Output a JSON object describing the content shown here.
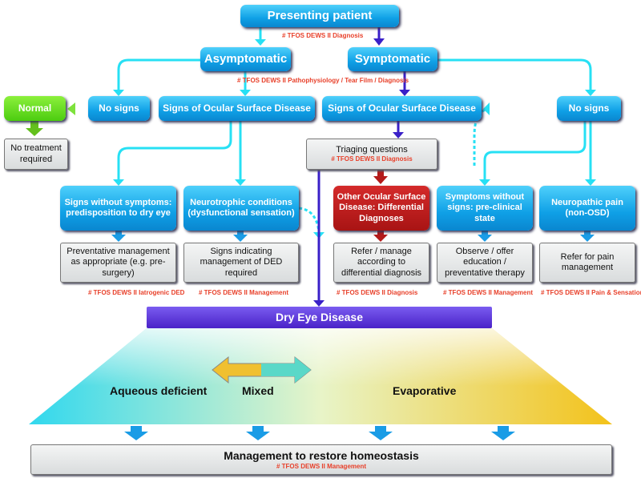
{
  "nodes": {
    "presenting": "Presenting patient",
    "asymptomatic": "Asymptomatic",
    "symptomatic": "Symptomatic",
    "normal": "Normal",
    "no_signs_left": "No signs",
    "signs_osd_left": "Signs of Ocular Surface Disease",
    "signs_osd_right": "Signs of Ocular Surface Disease",
    "no_signs_right": "No signs",
    "no_treatment": "No treatment required",
    "triaging": "Triaging questions",
    "signs_without_symptoms": "Signs without symptoms: predisposition to dry eye",
    "neurotrophic": "Neurotrophic conditions (dysfunctional sensation)",
    "other_osd": "Other Ocular Surface Disease: Differential Diagnoses",
    "symptoms_without_signs": "Symptoms without signs: pre-clinical state",
    "neuropathic": "Neuropathic pain (non-OSD)",
    "preventative": "Preventative management as appropriate (e.g. pre-surgery)",
    "signs_indicating": "Signs indicating management of DED required",
    "refer_manage": "Refer / manage according to differential diagnosis",
    "observe": "Observe / offer education / preventative therapy",
    "refer_pain": "Refer for pain management",
    "dry_eye": "Dry Eye Disease",
    "aqueous": "Aqueous deficient",
    "mixed": "Mixed",
    "evaporative": "Evaporative",
    "management": "Management to restore homeostasis"
  },
  "refs": {
    "r1": "# TFOS DEWS II Diagnosis",
    "r2": "# TFOS DEWS II Pathophysiology / Tear Film / Diagnosis",
    "r3": "# TFOS DEWS II Diagnosis",
    "r4": "# TFOS DEWS II Iatrogenic DED",
    "r5": "# TFOS DEWS II Management",
    "r6": "# TFOS DEWS II Diagnosis",
    "r7": "# TFOS DEWS II Management",
    "r8": "# TFOS DEWS II Pain & Sensation",
    "r9": "# TFOS DEWS II Management"
  },
  "colors": {
    "node_blue": "#12a4e8",
    "normal_green": "#5cd41a",
    "other_osd_red": "#b41a1a",
    "dry_eye_purple": "#5a2fd8",
    "connector_cyan": "#27e0f4",
    "symptomatic_path": "#3a20c8",
    "ref_text": "#e8402a"
  }
}
